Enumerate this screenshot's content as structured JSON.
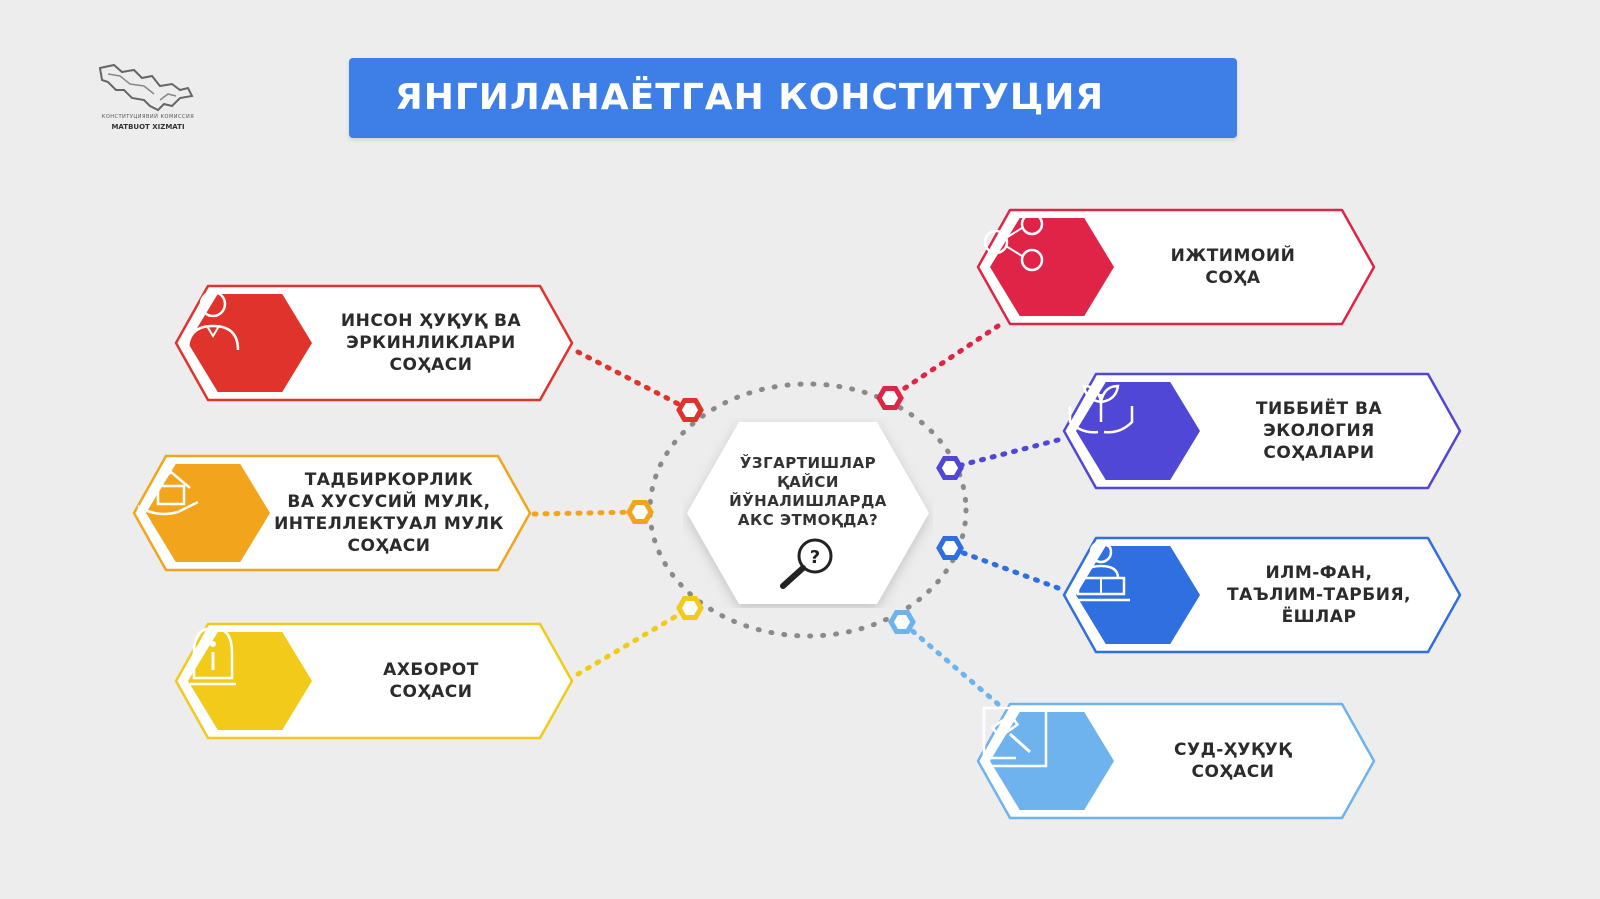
{
  "header": {
    "title": "ЯНГИЛАНАЁТГАН КОНСТИТУЦИЯ",
    "logo_line1": "КОНСТИТУЦИЯВИЙ КОМИССИЯ",
    "logo_line2": "MATBUOT XIZMATI"
  },
  "center": {
    "lines": [
      "ЎЗГАРТИШЛАР",
      "ҚАЙСИ",
      "ЙЎНАЛИШЛАРДА",
      "АКС ЭТМОҚДА?"
    ],
    "icon": "magnifier-question-icon"
  },
  "nodes": [
    {
      "id": "human-rights",
      "lines": [
        "ИНСОН ҲУҚУҚ ВА",
        "ЭРКИНЛИКЛАРИ",
        "СОҲАСИ"
      ],
      "color": "#e0332c",
      "icon": "person-icon"
    },
    {
      "id": "business",
      "lines": [
        "ТАДБИРКОРЛИК",
        "ВА ХУСУСИЙ МУЛК,",
        "ИНТЕЛЛЕКТУАЛ МУЛК",
        "СОҲАСИ"
      ],
      "color": "#f2a51c",
      "icon": "house-hand-icon"
    },
    {
      "id": "information",
      "lines": [
        "АХБОРОТ",
        "СОҲАСИ"
      ],
      "color": "#f2ca1a",
      "icon": "info-icon"
    },
    {
      "id": "social",
      "lines": [
        "ИЖТИМОИЙ",
        "СОҲА"
      ],
      "color": "#e02447",
      "icon": "people-network-icon"
    },
    {
      "id": "medicine",
      "lines": [
        "ТИББИЁТ ВА",
        "ЭКОЛОГИЯ",
        "СОҲАЛАРИ"
      ],
      "color": "#5047d6",
      "icon": "plant-hands-icon"
    },
    {
      "id": "science",
      "lines": [
        "ИЛМ-ФАН,",
        "ТАЪЛИМ-ТАРБИЯ,",
        "ЁШЛАР"
      ],
      "color": "#2f6fe0",
      "icon": "student-book-icon"
    },
    {
      "id": "court",
      "lines": [
        "СУД-ҲУҚУҚ",
        "СОҲАСИ"
      ],
      "color": "#6eb3ee",
      "icon": "gavel-icon"
    }
  ]
}
